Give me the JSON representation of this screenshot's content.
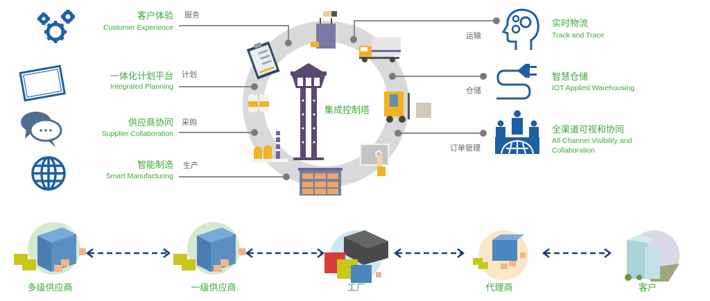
{
  "center": {
    "title": "集成控制塔"
  },
  "left_capabilities": [
    {
      "cn": "客户体验",
      "en": "Customer Experience",
      "function": "服务",
      "icon": "gears-icon"
    },
    {
      "cn": "一体化计划平台",
      "en": "Integrated Planning",
      "function": "计划",
      "icon": "tablet-icon"
    },
    {
      "cn": "供应商协同",
      "en": "Supplier Collaboration",
      "function": "采购",
      "icon": "chat-bubbles-icon"
    },
    {
      "cn": "智能制造",
      "en": "Smart Manufacturing",
      "function": "生产",
      "icon": "globe-icon"
    }
  ],
  "right_capabilities": [
    {
      "cn": "实时物流",
      "en": "Track and Trace",
      "function": "运输",
      "icon": "head-gears-icon"
    },
    {
      "cn": "智慧仓储",
      "en": "IOT Applied Warehousing",
      "function": "仓储",
      "icon": "plug-icon"
    },
    {
      "cn": "全渠道可视和协同",
      "en_line1": "All-Channel Visibility and",
      "en_line2": "Collaboration",
      "function": "订单管理",
      "icon": "people-globe-icon"
    }
  ],
  "supply_chain": [
    {
      "label": "多级供应商",
      "icon": "warehouse-icon",
      "bg": "#d4ead0"
    },
    {
      "label": "一级供应商",
      "icon": "warehouse-icon",
      "bg": "#d4ead0"
    },
    {
      "label": "工厂",
      "icon": "factory-icon",
      "bg": "#cde8f3"
    },
    {
      "label": "代理商",
      "icon": "distributor-icon",
      "bg": "#fbe6c8"
    },
    {
      "label": "客户",
      "icon": "office-building-icon",
      "bg": "#d8d8e6"
    }
  ],
  "colors": {
    "green_text": "#3aa935",
    "icon_blue": "#1d5fa3",
    "ring_gray": "#d9d9d9",
    "tower_purple": "#5c4a6e",
    "arrow_navy": "#1e3a78"
  }
}
